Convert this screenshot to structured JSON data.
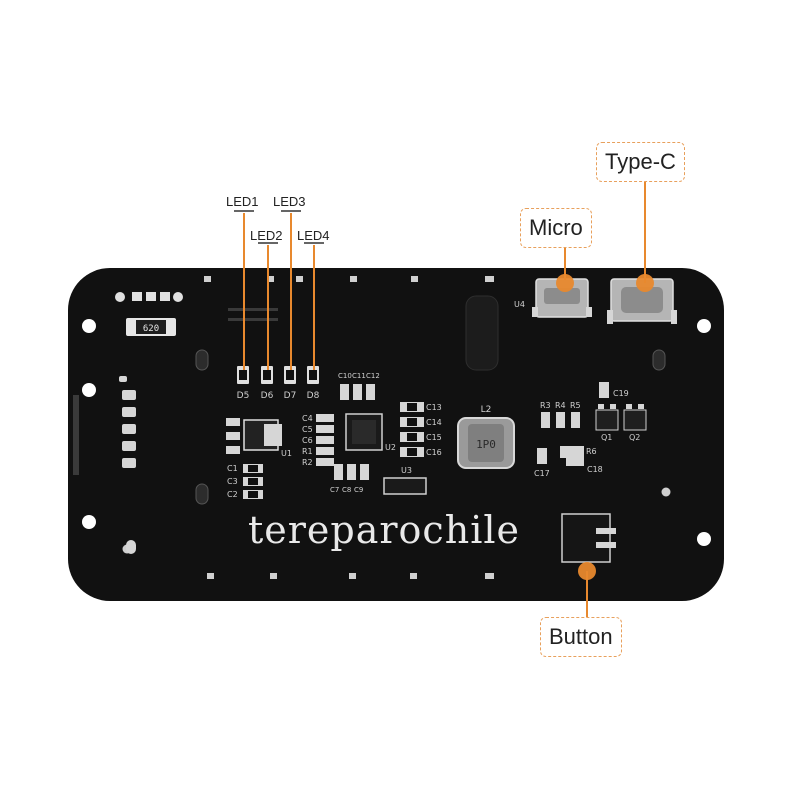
{
  "callouts": {
    "type_c": "Type-C",
    "micro": "Micro",
    "button": "Button"
  },
  "leds": [
    "LED1",
    "LED2",
    "LED3",
    "LED4"
  ],
  "watermark": "tereparochile",
  "silkscreen": {
    "diodes": [
      "D5",
      "D6",
      "D7",
      "D8"
    ],
    "resistor_top": "620",
    "inductor": "L2",
    "inductor_code": "1P0",
    "u1": "U1",
    "u2": "U2",
    "u3": "U3",
    "u4": "U4",
    "caps_left": [
      "C4",
      "C5",
      "C6",
      "R1",
      "R2"
    ],
    "caps_top": [
      "C10",
      "C11",
      "C12"
    ],
    "caps_bottom": [
      "C7",
      "C8",
      "C9"
    ],
    "caps_right": [
      "C13",
      "C14",
      "C15",
      "C16"
    ],
    "caps_u1": [
      "C1",
      "C3",
      "C2"
    ],
    "resistors_r": [
      "R3",
      "R4",
      "R5"
    ],
    "c17": "C17",
    "c18": "C18",
    "c19": "C19",
    "r6": "R6",
    "q1": "Q1",
    "q2": "Q2"
  },
  "colors": {
    "board": "#111111",
    "accent": "#e8892e",
    "callout_border": "#e8a05c",
    "pad": "#d9d9d9"
  }
}
